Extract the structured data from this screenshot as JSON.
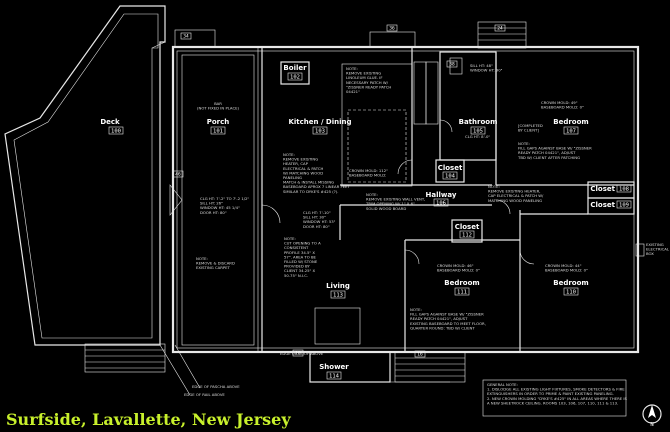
{
  "title": "Surfside, Lavallette, New Jersey",
  "rooms": [
    {
      "key": "deck",
      "name": "Deck",
      "number": "100"
    },
    {
      "key": "porch",
      "name": "Porch",
      "number": "101"
    },
    {
      "key": "boiler",
      "name": "Boiler",
      "number": "102"
    },
    {
      "key": "kitchen",
      "name": "Kitchen / Dining",
      "number": "103"
    },
    {
      "key": "closet104",
      "name": "Closet",
      "number": "104"
    },
    {
      "key": "bathroom",
      "name": "Bathroom",
      "number": "105"
    },
    {
      "key": "hallway",
      "name": "Hallway",
      "number": "106"
    },
    {
      "key": "bedroom107",
      "name": "Bedroom",
      "number": "107"
    },
    {
      "key": "closet108",
      "name": "Closet",
      "number": "108"
    },
    {
      "key": "closet109",
      "name": "Closet",
      "number": "109"
    },
    {
      "key": "bedroom110",
      "name": "Bedroom",
      "number": "110"
    },
    {
      "key": "bedroom111",
      "name": "Bedroom",
      "number": "111"
    },
    {
      "key": "closet112",
      "name": "Closet",
      "number": "112"
    },
    {
      "key": "living",
      "name": "Living",
      "number": "113"
    },
    {
      "key": "shower",
      "name": "Shower",
      "number": "114"
    }
  ],
  "notes": {
    "bar": [
      "BAR",
      "(NOT FIXED IN PLACE)"
    ],
    "boiler": [
      "NOTE:",
      "REMOVE EXISTING",
      "LINOLEUM GLUE. IF",
      "NECESSARY PATCH W/",
      "\"ZISSNER READY PATCH",
      "04421\""
    ],
    "crown112": [
      "CROWN MOLD: 112\"",
      "BASEBOARD MOLD:"
    ],
    "kitchen": [
      "NOTE:",
      "REMOVE EXISTING",
      "HEATER, CAP",
      "ELECTRICAL & PATCH",
      "W/ MATCHING WOOD",
      "PANELING",
      "MATCH & INSTALL MISSING",
      "BASEBOARD APROX 7 LINEAR FEET",
      "SIMILAR TO DYKE'S #425 (?)."
    ],
    "porch_clg": [
      "CLG HT: 7'-2\" TO 7'-2 1/2\"",
      "SILL HT: 26\"",
      "WINDOW HT: 45 1/4\"",
      "DOOR HT: 80\""
    ],
    "living_clg": [
      "CLG HT: 7'-10\"",
      "SILL HT: 30\"",
      "WINDOW HT: 53\"",
      "DOOR HT: 80\""
    ],
    "porch_carpet": [
      "NOTE:",
      "REMOVE & DISCARD",
      "EXISTING CARPET"
    ],
    "living_cut": [
      "NOTE:",
      "CUT OPENING TO A",
      "CONSISTENT",
      "PROFILE 34.5\" X",
      "57\". AREA TO BE",
      "FILLED W/ STONE",
      "PROVIDED BY",
      "CLIENT 34.25\" X",
      "50.75\" N.I.C."
    ],
    "hallway": [
      "NOTE:",
      "REMOVE EXISTING WALL VENT,",
      "TRIM OPENING W/ 1\" X 6\"",
      "SOLID WOOD BOARD"
    ],
    "bath_window": [
      "SILL HT: 48\"",
      "WINDOW HT: 30\""
    ],
    "bath_clg": [
      "CLG HT: 8'-0\""
    ],
    "bath_client": [
      "[COMPLETED",
      "BY CLIENT]"
    ],
    "bed107_crown": [
      "CROWN MOLD: 49\"",
      "BASEBOARD MOLD: 0\""
    ],
    "bed107_note": [
      "NOTE:",
      "FILL GAPS AGAINST BASE W/ \"ZISSNER",
      "READY PATCH 04421\", ADJUST",
      "TBD W/ CLIENT AFTER PATCHING"
    ],
    "heater_note": [
      "NOTE:",
      "REMOVE EXISTING HEATER,",
      "CAP ELECTRICAL & PATCH W/",
      "MATCHING WOOD PANELING"
    ],
    "bed111_crown": [
      "CROWN MOLD: 46\"",
      "BASEBOARD MOLD: 0\""
    ],
    "bed110_crown": [
      "CROWN MOLD: 44\"",
      "BASEBOARD MOLD: 0\""
    ],
    "bed111_note": [
      "NOTE:",
      "FILL GAPS AGAINST BASE W/ \"ZISSNER",
      "READY PATCH 04421\", ADJUST",
      "EXISTING BASEBOARD TO MEET FLOOR,",
      "QUARTER ROUND: TBD W/ CLIENT"
    ],
    "elec_box": [
      "EXISTING",
      "ELECTRICAL",
      "BOX"
    ],
    "general": [
      "GENERAL NOTE:",
      "1. DISLODGE ALL EXISTING LIGHT FIXTURES, SMOKE DETECTORS & FIRE",
      "EXTINGUISHERS IN ORDER TO PRIME & PAINT EXISTING PANELING.",
      "2. NEW CROWN MOLDING \"DYKE'S #425\" IN ALL AREAS WHERE THERE IS",
      "A NEW SHEETROCK CEILING. ROOMS 103, 106, 107, 110, 111 & 113."
    ],
    "edge_roof": [
      "EDGE OF ROOF ABOVE"
    ],
    "edge_pacha": [
      "EDGE OF PASCHA ABOVE"
    ],
    "edge_rail": [
      "EDGE OF RAIL ABOVE"
    ]
  },
  "dimensions": [
    "34",
    "46",
    "36",
    "38",
    "24",
    "10",
    "16"
  ],
  "north_arrow": "N"
}
